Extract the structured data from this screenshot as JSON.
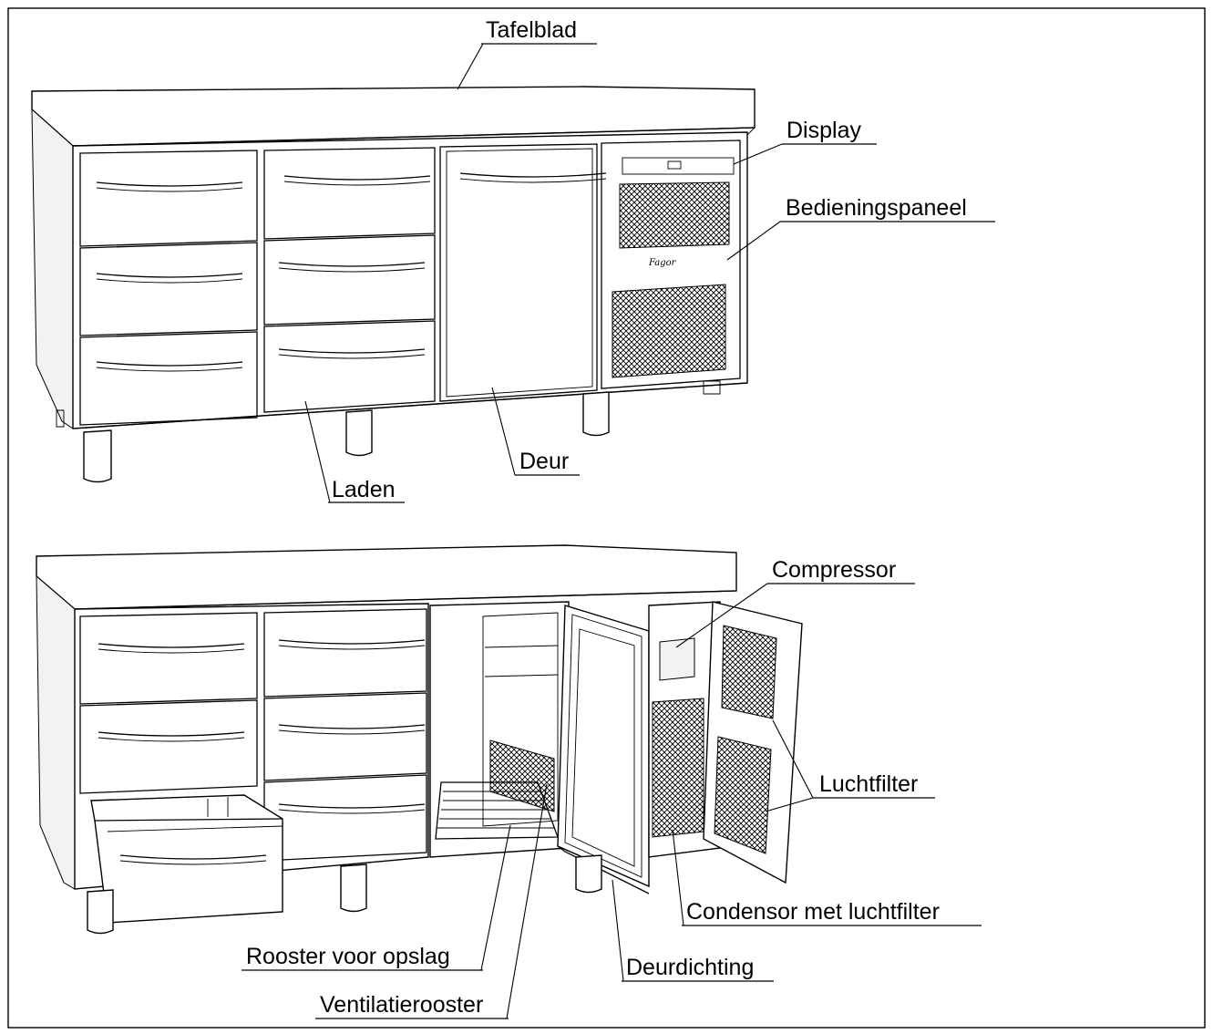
{
  "labels": {
    "tafelblad": "Tafelblad",
    "display": "Display",
    "bedieningspaneel": "Bedieningspaneel",
    "deur": "Deur",
    "laden": "Laden",
    "compressor": "Compressor",
    "luchtfilter": "Luchtfilter",
    "condensor": "Condensor met luchtfilter",
    "rooster": "Rooster voor opslag",
    "deurdichting": "Deurdichting",
    "ventilatierooster": "Ventilatierooster"
  },
  "colors": {
    "line": "#000000",
    "background": "#ffffff"
  }
}
